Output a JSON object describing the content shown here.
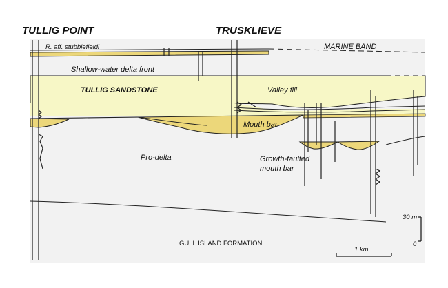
{
  "titles": {
    "left_locality": "TULLIG POINT",
    "center_locality": "TRUSKLIEVE"
  },
  "labels": {
    "fossil": "R. aff. stubblefieldi",
    "marine_band": "MARINE BAND",
    "delta_front": "Shallow-water delta front",
    "sandstone": "TULLIG SANDSTONE",
    "valley_fill": "Valley fill",
    "mouth_bar": "Mouth bar",
    "pro_delta": "Pro-delta",
    "growth_faulted_1": "Growth-faulted",
    "growth_faulted_2": "mouth bar",
    "formation": "GULL ISLAND FORMATION"
  },
  "scales": {
    "vertical_top": "30 m",
    "vertical_bottom": "0",
    "horizontal": "1 km"
  },
  "colors": {
    "background": "#f2f2f2",
    "sandstone_fill": "#f7f7c6",
    "sand_bed": "#ecd77a",
    "line": "#222222"
  }
}
